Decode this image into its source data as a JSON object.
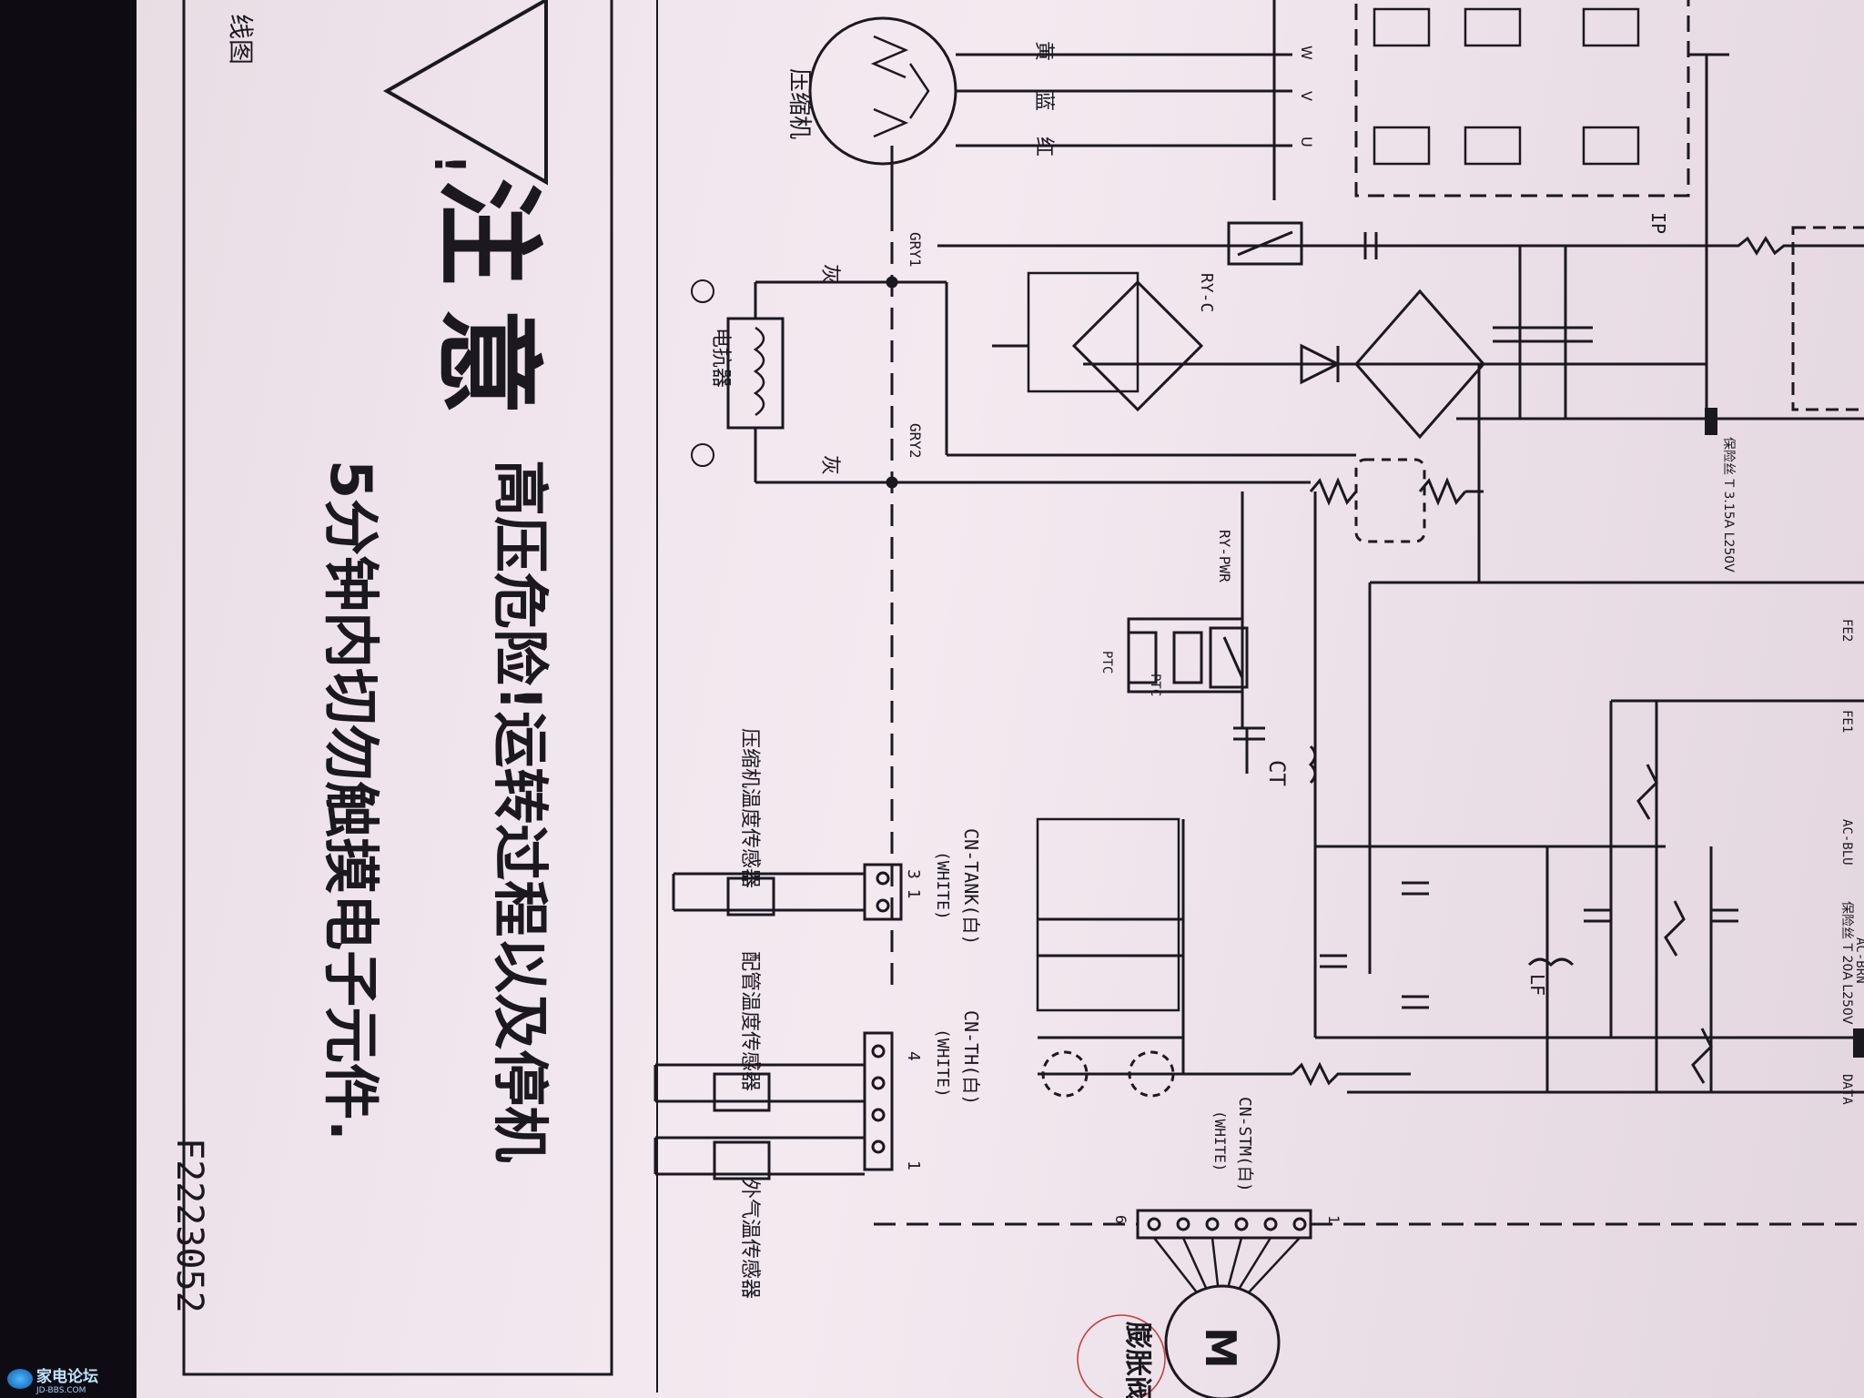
{
  "labels": {
    "header_fragment": "线图",
    "warning_title": "注意",
    "warning_line1": "高压危险!运转过程以及停机",
    "warning_line2": "5分钟内切勿触摸电子元件.",
    "doc_code": "F2223052",
    "compressor": "压缩机",
    "wire_yellow": "黄",
    "wire_blue": "蓝",
    "wire_red": "红",
    "term_w": "W",
    "term_v": "V",
    "term_u": "U",
    "gray1": "灰",
    "gray2": "灰",
    "gry1": "GRY1",
    "gry2": "GRY2",
    "reactor": "电抗器",
    "ry_c": "RY-C",
    "ry_pwr": "RY-PWR",
    "ptc1": "PTC",
    "ptc2": "PTC",
    "ct": "CT",
    "ip": "IP",
    "fuse1": "保险丝 T 3.15A L250V",
    "fuse2": "保险丝 T 20A L250V",
    "lf": "LF",
    "fe2": "FE2",
    "fe1": "FE1",
    "ac_blu": "AC-BLU",
    "ac_brn": "AC-BRN",
    "data": "DATA",
    "cn_tank": "CN-TANK(白)",
    "cn_tank_sub": "(WHITE)",
    "cn_tank_pins": "3  1",
    "cn_th": "CN-TH(白)",
    "cn_th_sub": "(WHITE)",
    "cn_th_pin4": "4",
    "cn_th_pin1": "1",
    "cn_stm": "CN-STM(白)",
    "cn_stm_sub": "(WHITE)",
    "stm_pin6": "6",
    "stm_pin1": "1",
    "sensor_comp": "压缩机温度传感器",
    "sensor_pipe": "配管温度传感器",
    "sensor_out": "外气温传感器",
    "motor": "M",
    "expansion_valve": "膨胀阀"
  },
  "watermark": {
    "name": "家电论坛",
    "url": "JD-BBS.COM"
  },
  "colors": {
    "ink": "#1c1820",
    "paper": "#ede2ea",
    "highlight_circle": "#c23a3a"
  }
}
